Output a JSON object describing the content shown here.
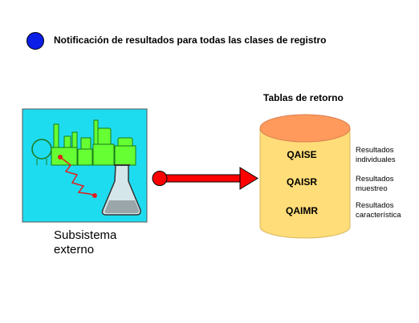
{
  "header": {
    "text": "Notificación de resultados para todas las clases de registro",
    "marker_color": "#0a1ee8"
  },
  "external_subsystem": {
    "label_line1": "Subsistema",
    "label_line2": "externo",
    "panel_color": "#1edcf0",
    "factory_color": "#66ff33"
  },
  "arrow": {
    "color": "#ff0000"
  },
  "return_tables": {
    "title": "Tablas de retorno",
    "cylinder_body_color": "#ffdd78",
    "cylinder_top_color": "#ff9a5c",
    "tables": [
      {
        "name": "QAISE",
        "desc_line1": "Resultados",
        "desc_line2": "individuales"
      },
      {
        "name": "QAISR",
        "desc_line1": "Resultados",
        "desc_line2": "muestreo"
      },
      {
        "name": "QAIMR",
        "desc_line1": "Resultados",
        "desc_line2": "característica"
      }
    ]
  }
}
